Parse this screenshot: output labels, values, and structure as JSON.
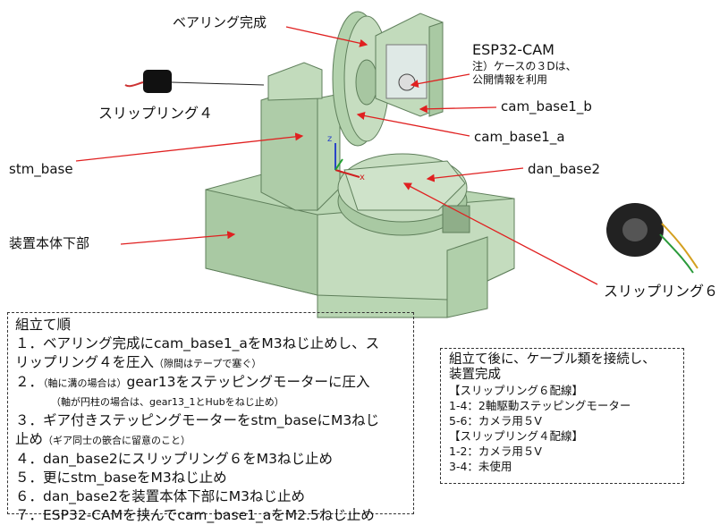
{
  "labels": {
    "bearing": "ベアリング完成",
    "esp32": "ESP32-CAM",
    "esp32_note1": "注）ケースの３Dは、",
    "esp32_note2": "公開情報を利用",
    "slipring4": "スリップリング４",
    "cam_base1_b": "cam_base1_b",
    "cam_base1_a": "cam_base1_a",
    "stm_base": "stm_base",
    "dan_base2": "dan_base2",
    "body_lower": "装置本体下部",
    "slipring6": "スリップリング６",
    "axis_x": "x",
    "axis_z": "z"
  },
  "assembly": {
    "title": "組立て順",
    "steps": [
      "１．ベアリング完成にcam_base1_aをM3ねじ止めし、ス",
      "リップリング４を圧入",
      "（隙間はテープで塞ぐ）",
      "２．",
      "（軸に溝の場合は）",
      "gear13をステッピングモーターに圧入",
      "（軸が円柱の場合は、gear13_1とHubをねじ止め）",
      "３．ギア付きステッピングモーターをstm_baseにM3ねじ",
      "止め",
      "（ギア同士の篏合に留意のこと）",
      "４．dan_base2にスリップリング６をM3ねじ止め",
      "５．更にstm_baseをM3ねじ止め",
      "６．dan_base2を装置本体下部にM3ねじ止め",
      "７．ESP32-CAMを挟んでcam_base1_aをM2.5ねじ止め"
    ]
  },
  "wiring": {
    "title1": "組立て後に、ケーブル類を接続し、",
    "title2": "装置完成",
    "sr6_header": "【スリップリング６配線】",
    "sr6_lines": [
      "1-4：2軸駆動ステッピングモーター",
      "5-6：カメラ用５V"
    ],
    "sr4_header": "【スリップリング４配線】",
    "sr4_lines": [
      "1-2：カメラ用５V",
      "3-4：未使用"
    ]
  },
  "colors": {
    "part": "#b9d6b3",
    "edge": "#5f7f5b",
    "arrow": "#e02020"
  }
}
